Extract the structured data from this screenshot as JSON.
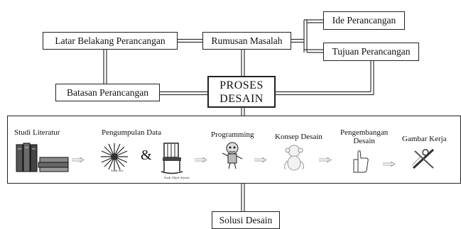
{
  "nodes": {
    "latar": "Latar Belakang Perancangan",
    "rumusan": "Rumusan Masalah",
    "ide": "Ide Perancangan",
    "tujuan": "Tujuan Perancangan",
    "batasan": "Batasan Perancangan",
    "proses_line1": "PROSES",
    "proses_line2": "DESAIN",
    "solusi": "Solusi Desain"
  },
  "steps": {
    "studi": "Studi Literatur",
    "pengumpulan": "Pengumpulan Data",
    "ampersand": "&",
    "studi_site": "Studi Site",
    "studi_objek": "Studi Objek Sejenis",
    "programming": "Programming",
    "konsep": "Konsep Desain",
    "pengembangan_line1": "Pengembangan",
    "pengembangan_line2": "Desain",
    "gambar": "Gambar Kerja"
  },
  "icons": {
    "studi": "books-icon",
    "site": "compass-star-icon",
    "objek": "chair-icon",
    "programming": "cartoon-figure-icon",
    "konsep": "monkey-icon",
    "pengembangan": "thumbs-up-icon",
    "gambar": "drawing-tools-icon"
  }
}
